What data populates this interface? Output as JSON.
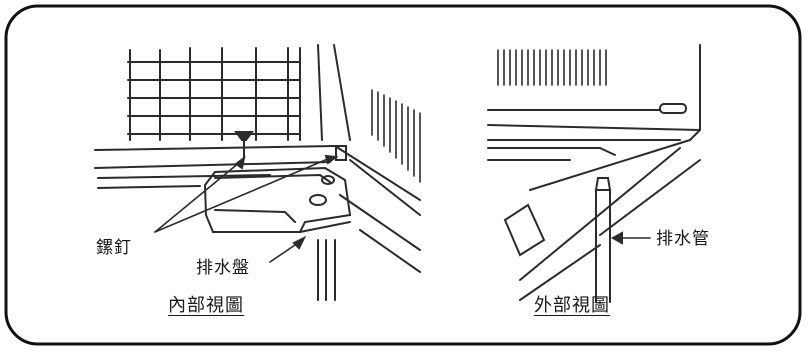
{
  "colors": {
    "line": "#2b2b2b",
    "frame": "#111111",
    "background": "#ffffff"
  },
  "interior_view": {
    "screw_label": "鏍釘",
    "drain_pan_label": "排水盤",
    "caption": "內部視圖"
  },
  "exterior_view": {
    "drain_pipe_label": "排水管",
    "caption": "外部視圖"
  }
}
